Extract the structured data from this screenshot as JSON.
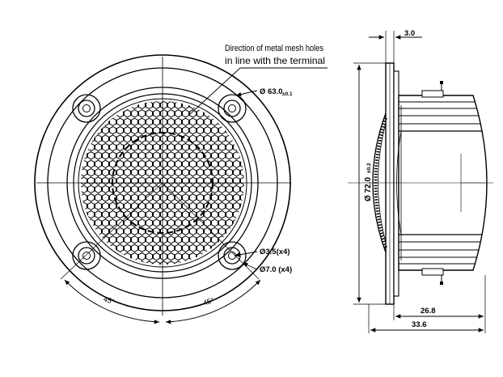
{
  "annotation": {
    "line1": "Direction of metal mesh holes",
    "line2": "in line with the terminal"
  },
  "dims": {
    "mesh_diameter": "Ø 63.0",
    "mesh_tol": "±0.1",
    "hole_small": "Ø3.5(x4)",
    "hole_large": "Ø7.0 (x4)",
    "angle_left": "45°",
    "angle_right": "45°",
    "outer_diameter": "Ø 72.0",
    "outer_tol": "±0.2",
    "flange_thickness": "3.0",
    "body_depth": "26.8",
    "total_depth": "33.6"
  }
}
